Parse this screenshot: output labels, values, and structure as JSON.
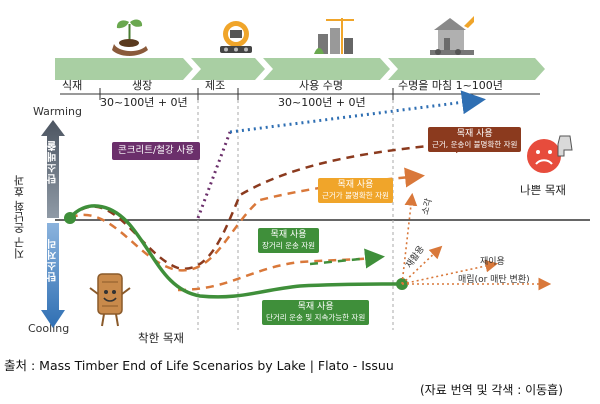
{
  "stages": {
    "timeline": [
      "식재",
      "생장",
      "제조",
      "사용 수명",
      "수명을 마침 1~100년"
    ],
    "durations": [
      "30~100년 + 0년",
      "30~100년 + 0년"
    ]
  },
  "axis": {
    "warming": "Warming",
    "cooling": "Cooling",
    "y_title": "지구 온난화 효과",
    "emission": "탄소배출",
    "storage": "탄소저리"
  },
  "callouts": {
    "concrete": "콘크리트/철강 사용",
    "wood_unclear_title": "목재 사용",
    "wood_unclear_sub": "근거가 불명확한 자원",
    "wood_far_title": "목재 사용",
    "wood_far_sub": "근거, 운송이 불명확한 자원",
    "wood_long_title": "목재 사용",
    "wood_long_sub": "장거리 운송 자원",
    "wood_short_title": "목재 사용",
    "wood_short_sub": "단거리 운송 및 지속가능한 자원"
  },
  "end_of_life": {
    "incinerate": "소각",
    "recycle": "재활용",
    "reuse": "재이용",
    "landfill": "매립(or 매탄 변환)"
  },
  "characters": {
    "bad": "나쁜 목재",
    "good": "착한 목재"
  },
  "footer": {
    "source": "출처 : Mass Timber End of Life Scenarios by Lake | Flato - Issuu",
    "credit": "(자료 번역 및 각색 : 이동흡)"
  },
  "colors": {
    "stage_arrow": "#a9cfa3",
    "green_line": "#3f8f3a",
    "orange_dash": "#d9783a",
    "brown_dash": "#8b3a1e",
    "blue_dot": "#2f6fb3",
    "purple_dot": "#6b2f6b",
    "callout_purple": "#6b2f6b",
    "callout_orange": "#f0a52a",
    "callout_green": "#3f8f3a",
    "callout_brown": "#8b3a1e"
  },
  "icons": [
    "seedling-hand-icon",
    "factory-gear-icon",
    "city-construction-icon",
    "demolition-icon",
    "sad-face-thumbs-down-icon",
    "happy-wood-character-icon"
  ]
}
